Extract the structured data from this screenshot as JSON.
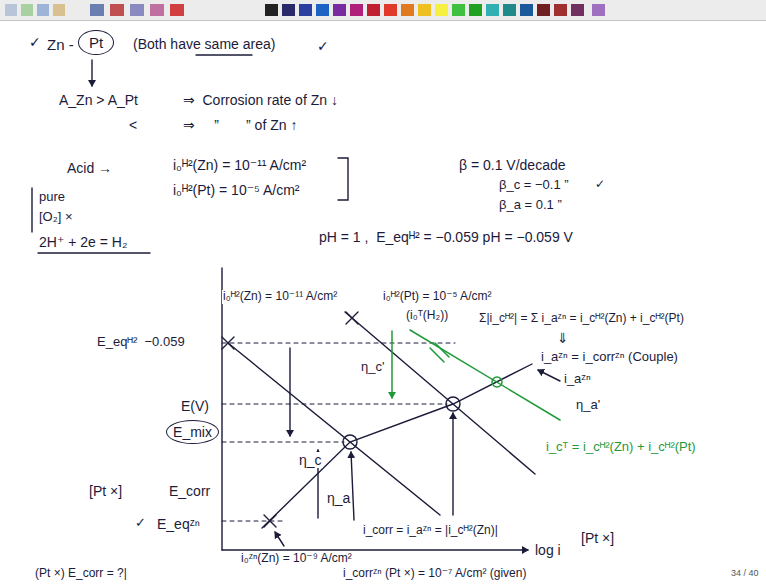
{
  "diagram": {
    "nodes": [
      {
        "text": [
          "Pt"
        ]
      },
      {
        "text": [
          "E_mix"
        ]
      }
    ],
    "labels": [
      "✓",
      "Zn -",
      "(Both have same area)",
      "✓",
      "A_Zn > A_Pt",
      "⇒  Corrosion rate of Zn ↓",
      "<",
      "⇒     ”       ” of Zn ↑",
      "Acid →",
      "i₀ᴴ²(Zn) = 10⁻¹¹ A/cm²",
      "i₀ᴴ²(Pt) = 10⁻⁵ A/cm²",
      "β = 0.1 V/decade",
      "β_c = −0.1 ”",
      "✓",
      "β_a = 0.1 ”",
      "pure",
      "[O₂] ×",
      "2H⁺ + 2e = H₂",
      "pH = 1 ,  E_eqᴴ² = −0.059 pH = −0.059 V",
      "E_eqᴴ²  −0.059",
      "i₀ᴴ²(Zn) = 10⁻¹¹ A/cm²",
      "i₀ᴴ²(Pt) = 10⁻⁵ A/cm²",
      "(i₀ᵀ(H₂))",
      "Σ|i_cᴴ²| = Σ i_aᶻⁿ = i_cᴴ²(Zn) + i_cᴴ²(Pt)",
      "⇓",
      "i_aᶻⁿ = i_corrᶻⁿ (Couple)",
      "i_aᶻⁿ",
      "η_c'",
      "E(V)",
      "η_a'",
      "η_c",
      "i_cᵀ = i_cᴴ²(Zn) + i_cᴴ²(Pt)",
      "[Pt ×]",
      "E_corr",
      "η_a",
      "✓",
      "E_eqᶻⁿ",
      "i_corr = i_aᶻⁿ = |i_cᴴ²(Zn)|",
      "[Pt ×]",
      "log i",
      "i₀ᶻⁿ(Zn) = 10⁻⁹ A/cm²",
      "(Pt ×) E_corr = ?|",
      "i_corrᶻⁿ (Pt ×) = 10⁻⁷ A/cm² (given)",
      "34 / 40"
    ]
  }
}
